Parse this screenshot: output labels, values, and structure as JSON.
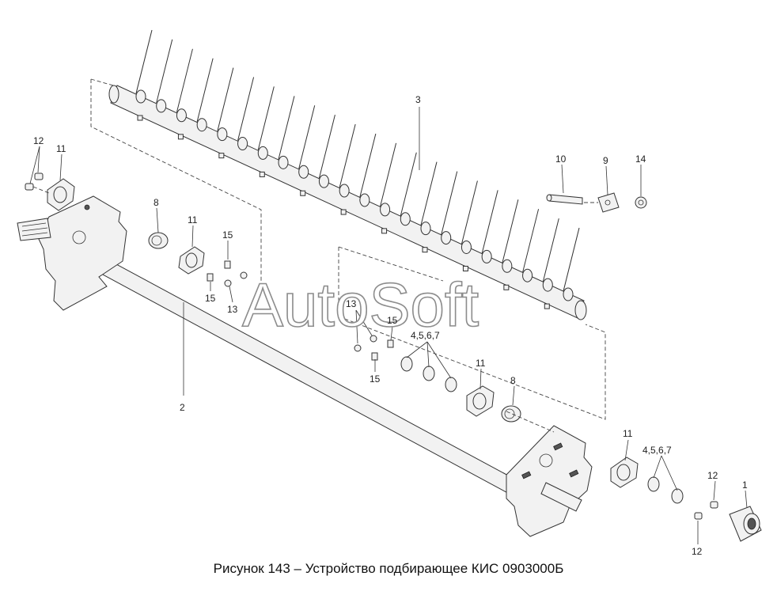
{
  "caption": {
    "text": "Рисунок 143 – Устройство подбирающее КИС 0903000Б"
  },
  "watermark": "AutoSoft",
  "callouts": {
    "c1": "1",
    "c2": "2",
    "c3": "3",
    "c4567a": "4,5,6,7",
    "c4567b": "4,5,6,7",
    "c8a": "8",
    "c8b": "8",
    "c9": "9",
    "c10": "10",
    "c11a": "11",
    "c11b": "11",
    "c11c": "11",
    "c11d": "11",
    "c12a": "12",
    "c12b": "12",
    "c12c": "12",
    "c13a": "13",
    "c13b": "13",
    "c14": "14",
    "c15a": "15",
    "c15b": "15",
    "c15c": "15",
    "c15d": "15"
  }
}
